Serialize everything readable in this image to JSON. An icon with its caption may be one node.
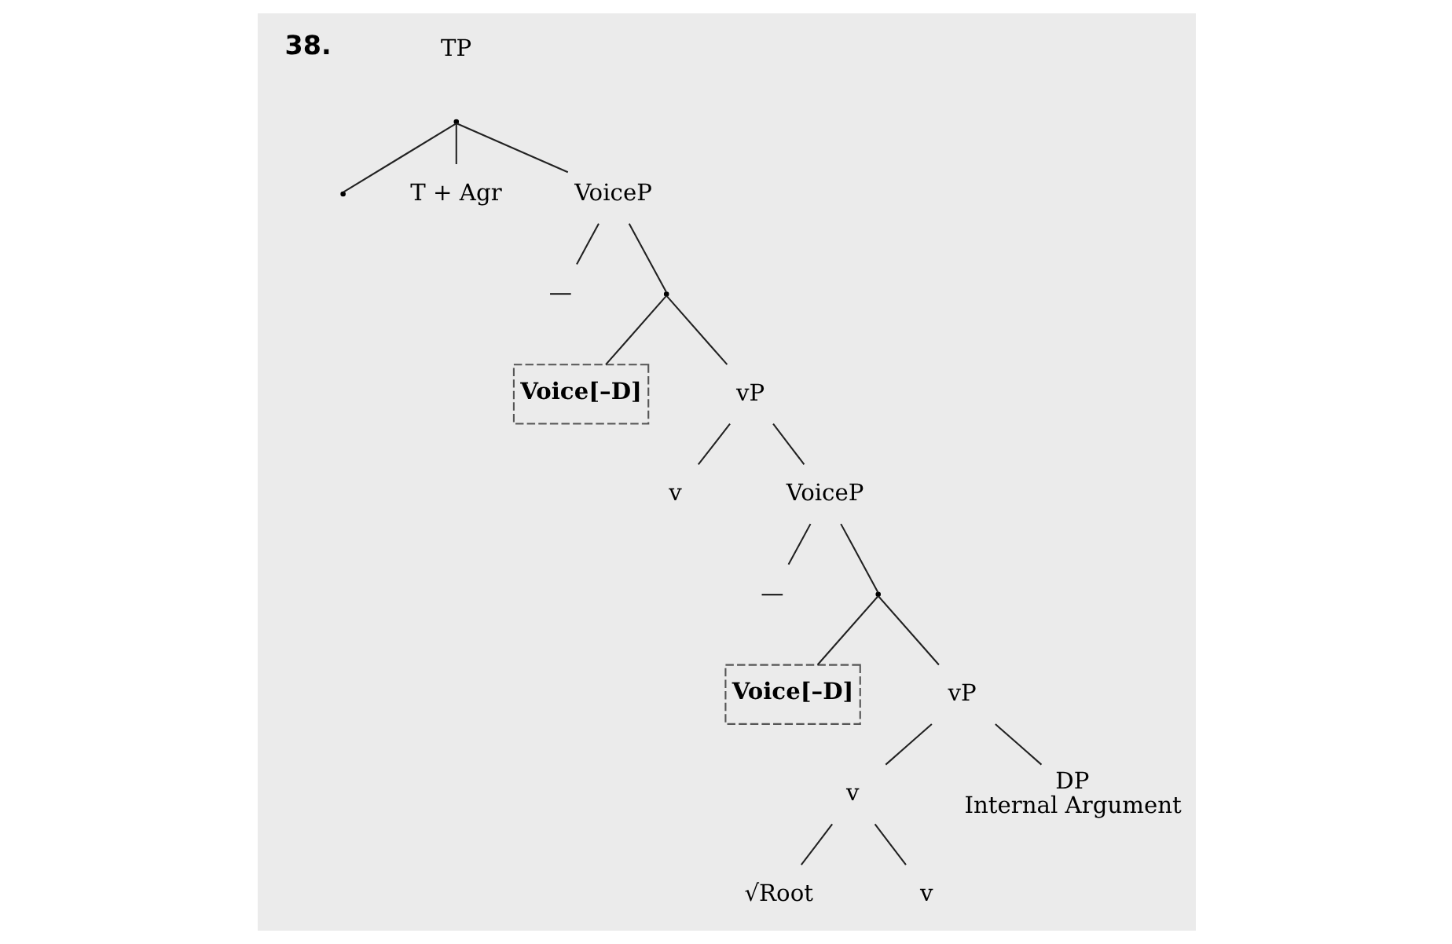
{
  "diagram": {
    "nodes": [
      {
        "text": [
          "TP"
        ]
      },
      {
        "text": [],
        "shape": "point"
      },
      {
        "text": [],
        "shape": "point"
      },
      {
        "text": [
          "T + Agr"
        ]
      },
      {
        "text": [
          "VoiceP"
        ]
      },
      {
        "text": [
          "—"
        ]
      },
      {
        "text": [],
        "shape": "point"
      },
      {
        "text": [
          "Voice[–D]"
        ]
      },
      {
        "text": [
          "vP"
        ]
      },
      {
        "text": [
          "v"
        ]
      },
      {
        "text": [
          "VoiceP"
        ]
      },
      {
        "text": [
          "—"
        ]
      },
      {
        "text": [],
        "shape": "point"
      },
      {
        "text": [
          "Voice[–D]"
        ]
      },
      {
        "text": [
          "vP"
        ]
      },
      {
        "text": [
          "v"
        ]
      },
      {
        "text": [
          "DP",
          "Internal Argument"
        ]
      },
      {
        "text": [
          "√Root"
        ]
      },
      {
        "text": [
          "v"
        ]
      }
    ],
    "edges": [
      {
        "from": 1,
        "to": 2,
        "arrow": "none"
      },
      {
        "from": 1,
        "to": 3,
        "arrow": "none"
      },
      {
        "from": 1,
        "to": 4,
        "arrow": "none"
      },
      {
        "from": 4,
        "to": 5,
        "arrow": "none"
      },
      {
        "from": 4,
        "to": 6,
        "arrow": "none"
      },
      {
        "from": 6,
        "to": 7,
        "arrow": "none"
      },
      {
        "from": 6,
        "to": 8,
        "arrow": "none"
      },
      {
        "from": 8,
        "to": 9,
        "arrow": "none"
      },
      {
        "from": 8,
        "to": 10,
        "arrow": "none"
      },
      {
        "from": 10,
        "to": 11,
        "arrow": "none"
      },
      {
        "from": 10,
        "to": 12,
        "arrow": "none"
      },
      {
        "from": 12,
        "to": 13,
        "arrow": "none"
      },
      {
        "from": 12,
        "to": 14,
        "arrow": "none"
      },
      {
        "from": 14,
        "to": 15,
        "arrow": "none"
      },
      {
        "from": 14,
        "to": 16,
        "arrow": "none"
      },
      {
        "from": 15,
        "to": 17,
        "arrow": "none"
      },
      {
        "from": 15,
        "to": 18,
        "arrow": "none"
      }
    ],
    "labels": [
      "38."
    ]
  }
}
